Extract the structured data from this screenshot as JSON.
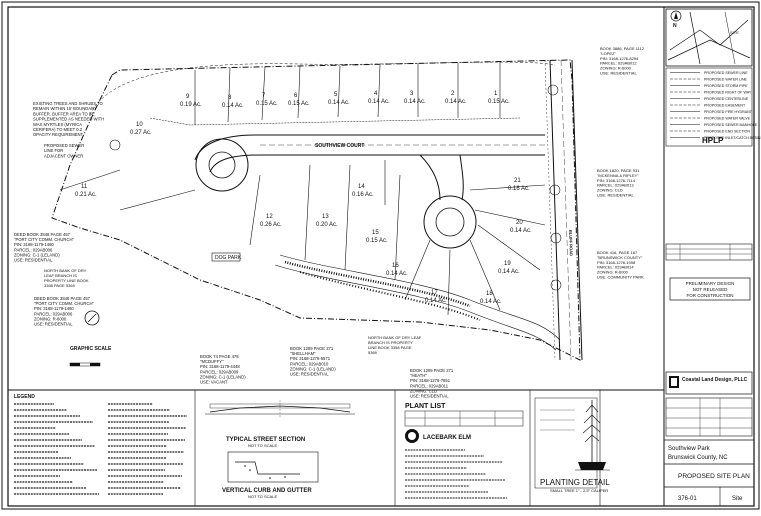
{
  "lots": [
    {
      "num": "10",
      "area": "0.27 Ac."
    },
    {
      "num": "9",
      "area": "0.19 Ac."
    },
    {
      "num": "8",
      "area": "0.14 Ac."
    },
    {
      "num": "7",
      "area": "0.15 Ac."
    },
    {
      "num": "6",
      "area": "0.15 Ac."
    },
    {
      "num": "5",
      "area": "0.14 Ac."
    },
    {
      "num": "4",
      "area": "0.14 Ac."
    },
    {
      "num": "3",
      "area": "0.14 Ac."
    },
    {
      "num": "2",
      "area": "0.14 Ac."
    },
    {
      "num": "1",
      "area": "0.15 Ac."
    },
    {
      "num": "11",
      "area": "0.21 Ac."
    },
    {
      "num": "12",
      "area": "0.26 Ac."
    },
    {
      "num": "13",
      "area": "0.20 Ac."
    },
    {
      "num": "14",
      "area": "0.16 Ac."
    },
    {
      "num": "15",
      "area": "0.15 Ac."
    },
    {
      "num": "16",
      "area": "0.14 Ac."
    },
    {
      "num": "17",
      "area": "0.14 Ac."
    },
    {
      "num": "18",
      "area": "0.14 Ac."
    },
    {
      "num": "19",
      "area": "0.14 Ac."
    },
    {
      "num": "20",
      "area": "0.14 Ac."
    },
    {
      "num": "21",
      "area": "0.16 Ac."
    }
  ],
  "road": {
    "name": "SOUTHVIEW COURT",
    "main": "BLUFF ROAD"
  },
  "labels": {
    "dog_park": "DOG PARK",
    "graphic_scale": "GRAPHIC SCALE",
    "lacebark": "LACEBARK ELM",
    "plant_list": "PLANT LIST",
    "planting_detail": "PLANTING DETAIL",
    "planting_sub": "SMALL TREE  1\" - 2.5\" CALIPER",
    "typical_street": "TYPICAL STREET SECTION",
    "typical_street_sub": "NOT TO SCALE",
    "curb_gutter": "VERTICAL CURB AND GUTTER",
    "curb_gutter_sub": "NOT TO SCALE",
    "legend": "LEGEND",
    "north": "N"
  },
  "adjacent": [
    {
      "text": "DEED BOOK 3846 PAGE 457\n\"PORT CITY COMM. CHURCH\"\nPIN: 3168-1179-1460\nPARCEL: 029AB006\nZONING: C-1 (LELAND)\nUSE: RESIDENTIAL"
    },
    {
      "text": "DEED BOOK 3846 PAGE 457\n\"PORT CITY COMM. CHURCH\"\nPIN: 3168-1179-1460\nPARCEL: 029AB006\nZONING: R-6000\nUSE: RESIDENTIAL"
    },
    {
      "text": "BOOK 74 PAGE 478\n\"MCDUFFY\"\nPIN: 3168-1179-4448\nPARCEL: 029AB009\nZONING: C-1 (LELAND)\nUSE: VACANT"
    },
    {
      "text": "BOOK 1209 PAGE 271\n\"SHELLHAM\"\nPIN: 3168-1276-5571\nPARCEL: 029AB010\nZONING: C-1 (LELAND)\nUSE: RESIDENTIAL"
    },
    {
      "text": "BOOK 1209 PAGE 271\n\"HEATH\"\nPIN: 3168-1276-7651\nPARCEL: 029AB011\nZONING: CLD\nUSE: RESIDENTIAL"
    },
    {
      "text": "BOOK 3886, PAGE 1112\n\"LOPEZ\"\nPIN: 3168-1276-8294\nPARCEL: 029AB012\nZONING: R-6000\nUSE: RESIDENTIAL"
    },
    {
      "text": "BOOK 1820, PAGE 931\n\"MCKENNA & RIPLEY\"\nPIN: 3168-1276-7114\nPARCEL: 029AB013\nZONING: CLD\nUSE: RESIDENTIAL"
    },
    {
      "text": "BOOK 416, PAGE 167\n\"BRUNSWICK COUNTY\"\nPIN: 3168-1276-1098\nPARCEL: 029AB014\nZONING: R-6000\nUSE: COMMUNITY PARK"
    }
  ],
  "notes": {
    "existing_trees": "EXISTING TREES AND SHRUBS TO REMAIN WITHIN 15' BOUNDARY BUFFER. BUFFER AREA TO BE SUPPLEMENTED AS NEEDED WITH WAX MYRTLES (MYRICA CERIFERA) TO MEET 0.2 OPACITY REQUIREMENT.",
    "proposed_sewer": "PROPOSED SEWER LINE FOR ADJACENT OWNER",
    "north_bank": "NORTH BANK OF DRY LEAF BRANCH IS PROPERTY LINE BOOK 3358 PAGE 5369",
    "north_bank2": "NORTH BANK OF DRY LEAF BRANCH IS PROPERTY LINE BOOK 3358 PAGE 5369"
  },
  "title_block": {
    "prelim": "PRELIMINARY DESIGN\nNOT RELEASED\nFOR CONSTRUCTION",
    "company": "Coastal Land Design, PLLC",
    "project": "Southview Park",
    "location": "Brunswick County, NC",
    "sheet_title": "PROPOSED SITE PLAN",
    "project_no": "376-01",
    "sheet": "Site",
    "hplp": "HPLP"
  },
  "legend_items": [
    "PROPOSED SEWER LINE",
    "PROPOSED WATER LINE",
    "PROPOSED STORM PIPE",
    "PROPOSED RIGHT OF WAY",
    "PROPOSED CENTERLINE",
    "PROPOSED EASEMENT",
    "PROPOSED FIRE HYDRANT",
    "PROPOSED WATER VALVE",
    "PROPOSED SEWER MANHOLE",
    "PROPOSED END SECTION",
    "PROPOSED INLET/CATCH BASIN"
  ],
  "colors": {
    "ink": "#111111",
    "paper": "#ffffff",
    "gray": "#777777"
  }
}
